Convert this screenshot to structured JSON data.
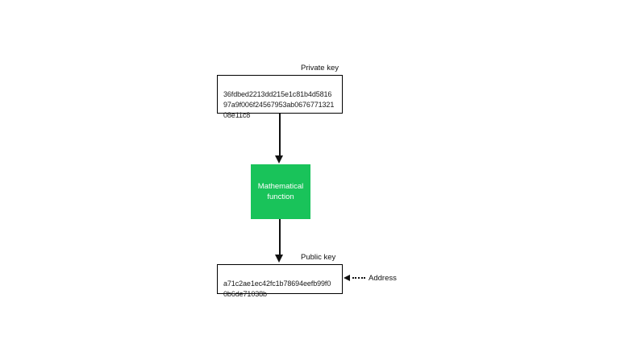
{
  "diagram": {
    "title": "private-key-to-public-key-flow",
    "private_key": {
      "label": "Private key",
      "value_lines": [
        "36fdbed2213dd215e1c81b4d5816",
        "97a9f006f24567953ab0676771321",
        "08e11c8"
      ]
    },
    "mathematical_function": {
      "label_lines": [
        "Mathematical",
        "function"
      ],
      "fill_color": "#19C35A",
      "text_color": "#FFFFFF"
    },
    "public_key": {
      "label": "Public key",
      "value_lines": [
        "a71c2ae1ec42fc1b78694eefb99f0",
        "0b6de71038b"
      ]
    },
    "address": {
      "label": "Address"
    },
    "stroke_color": "#111111",
    "background_color": "#FFFFFF"
  }
}
